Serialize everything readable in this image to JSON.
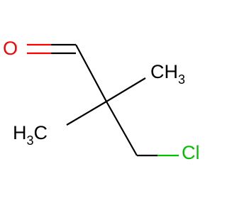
{
  "molecule": {
    "atoms": {
      "oxygen": {
        "symbol": "O",
        "color": "#ff0000"
      },
      "methyl_top": {
        "prefix": "CH",
        "subscript": "3",
        "color": "#000000"
      },
      "methyl_left": {
        "prefix": "H",
        "subscript": "3",
        "suffix": "C",
        "color": "#000000"
      },
      "chlorine": {
        "symbol": "Cl",
        "color": "#00c000"
      }
    },
    "bonds": {
      "color": "#000000",
      "oxygen_color": "#ff0000",
      "chlorine_color": "#00c000"
    }
  }
}
